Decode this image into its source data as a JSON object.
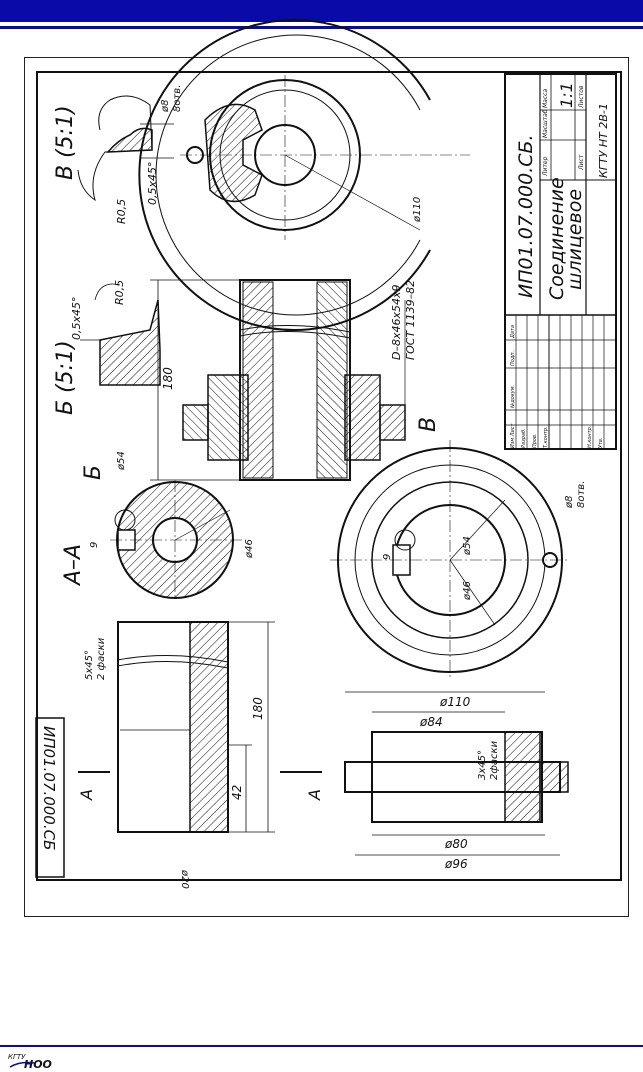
{
  "drawing": {
    "designation": "ИП01.07.000.СБ.",
    "title_line1": "Соединение",
    "title_line2": "шлицевое",
    "scale_label": "Масштаб",
    "scale_value": "1:1",
    "mass_label": "Масса",
    "letter_label": "Литер",
    "sheet_label": "Лист",
    "sheets_label": "Листов",
    "group": "КГТУ НТ 2В-1",
    "stamp_rows": [
      "Изм Лист",
      "№докум.",
      "Подп.",
      "Дата"
    ],
    "stamp_roles": [
      "Разраб.",
      "Пров.",
      "Т.контр.",
      "Н.контр.",
      "Утв."
    ],
    "copy_designation": "ИП01.07.000.СБ",
    "section_AA": "А–А",
    "view_B_label": "Б",
    "view_V_label": "В",
    "detail_B": "Б (5:1)",
    "detail_V": "В (5:1)",
    "arrow_A": "А",
    "spline_note1": "D–8х46х54х9",
    "spline_note2": "ГОСТ 1139–82",
    "dims": {
      "d110": "ø110",
      "d84": "ø84",
      "d80": "ø80",
      "d96": "ø96",
      "d54": "ø54",
      "d46": "ø46",
      "d20": "ø20",
      "d8": "ø8",
      "d8_note": "8отв.",
      "len180": "180",
      "len42": "42",
      "w9": "9",
      "r05": "R0,5",
      "chamfer05": "0,5х45°",
      "chamfer5": "5х45°",
      "chamfer5_note": "2 фаски",
      "chamfer3": "3х45°",
      "chamfer3_note": "2фаски"
    }
  },
  "footer": {
    "logo_text": "КГТУ",
    "logo_mark": "НОО"
  },
  "colors": {
    "brand_blue": "#0a0aa8",
    "line": "#111111"
  }
}
